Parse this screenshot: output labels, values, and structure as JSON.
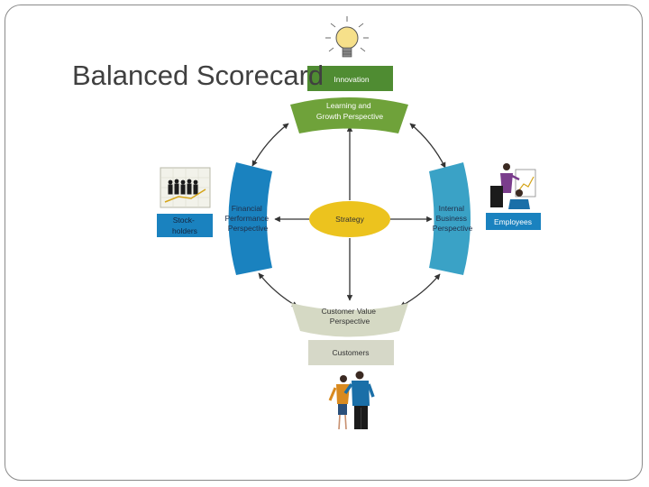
{
  "slide": {
    "title": "Balanced Scorecard"
  },
  "diagram": {
    "center": "Strategy",
    "perspectives": {
      "learning": [
        "Learning and",
        "Growth Perspective"
      ],
      "financial": [
        "Financial",
        "Performance",
        "Perspective"
      ],
      "internal": [
        "Internal",
        "Business",
        "Perspective"
      ],
      "customer": [
        "Customer Value",
        "Perspective"
      ]
    },
    "stakeholders": {
      "innovation": "Innovation",
      "stockholders": [
        "Stock-",
        "holders"
      ],
      "employees": "Employees",
      "customers": "Customers"
    },
    "colors": {
      "learning": "#6fa23a",
      "financial": "#1a82bf",
      "internal": "#3aa2c6",
      "customer": "#d5d9c4",
      "strategy": "#ecc31e",
      "innovation_box": "#4f8c32",
      "side_boxes": "#1a82bf",
      "customers_box": "#d6d8c8",
      "arrows": "#333333"
    }
  }
}
